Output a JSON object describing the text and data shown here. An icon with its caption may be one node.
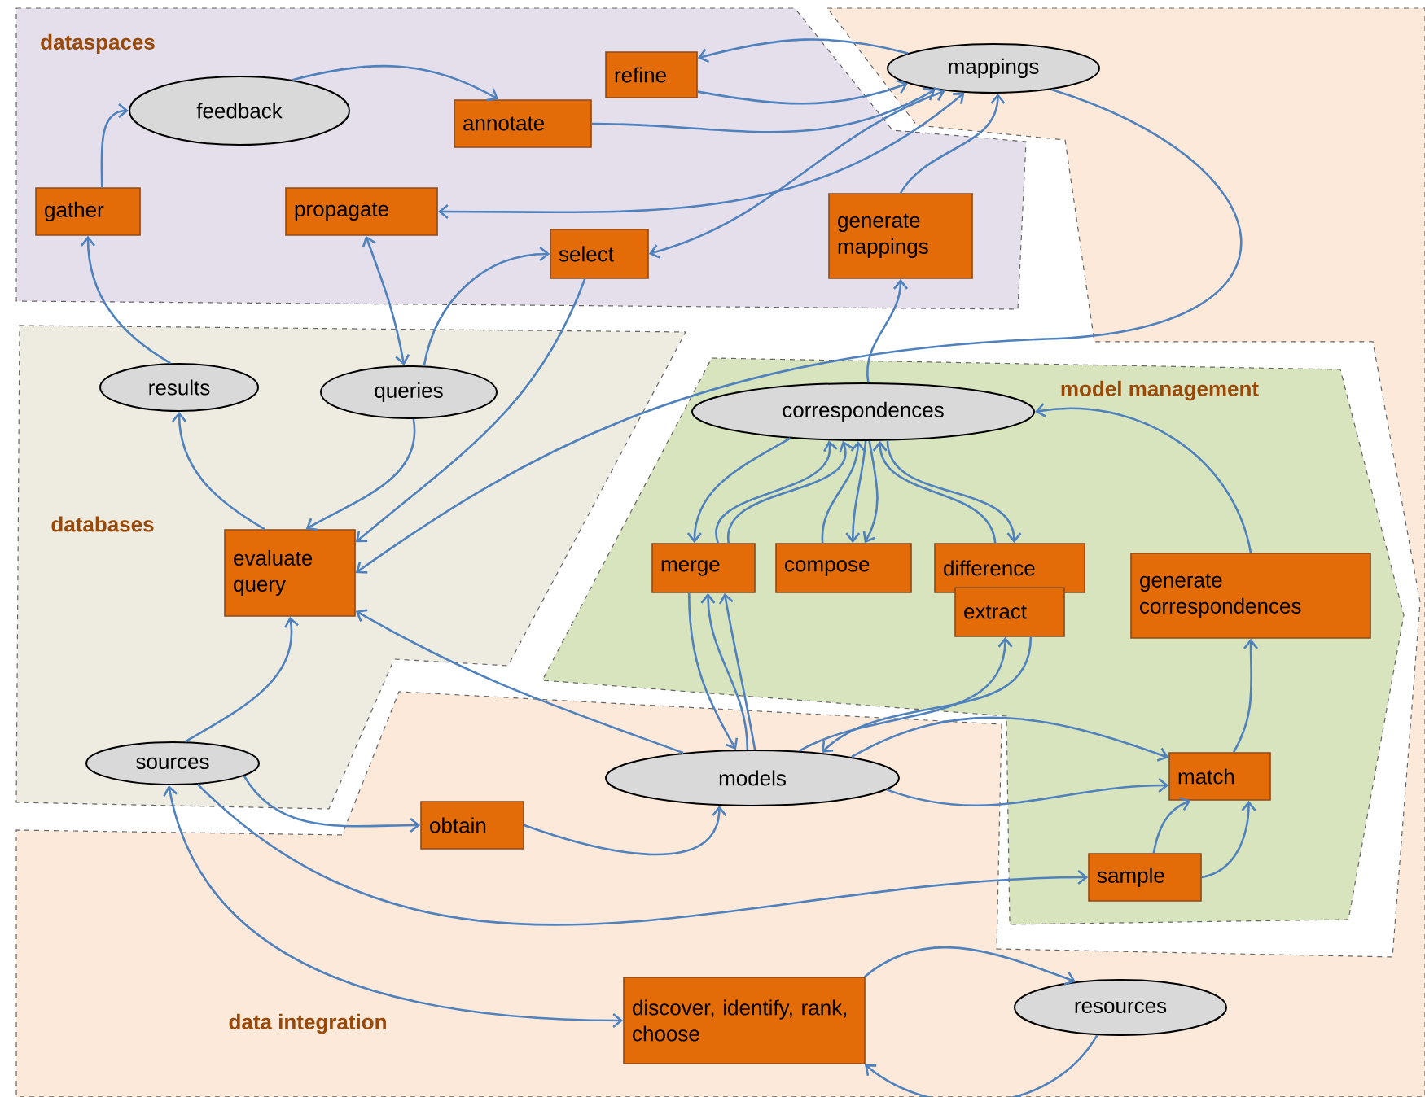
{
  "diagram": {
    "nodes": [
      {
        "text": [
          "dataspaces"
        ]
      },
      {
        "text": [
          "data integration"
        ]
      },
      {
        "text": [
          "mappings"
        ],
        "in": 1
      },
      {
        "text": [
          "feedback"
        ],
        "in": 0
      },
      {
        "text": [
          "refine"
        ],
        "in": 0
      },
      {
        "text": [
          "annotate"
        ],
        "in": 0
      },
      {
        "text": [
          "gather"
        ],
        "in": 0
      },
      {
        "text": [
          "propagate"
        ],
        "in": 0
      },
      {
        "text": [
          "select"
        ],
        "in": 0
      },
      {
        "text": [
          "generate mappings"
        ],
        "in": 0
      },
      {
        "text": [
          "databases"
        ]
      },
      {
        "text": [
          "results"
        ],
        "in": 10
      },
      {
        "text": [
          "queries"
        ],
        "in": 10
      },
      {
        "text": [
          "model management"
        ]
      },
      {
        "text": [
          "correspondences"
        ],
        "in": 13
      },
      {
        "text": [
          "evaluate query"
        ],
        "in": 10
      },
      {
        "text": [
          "merge"
        ],
        "in": 13
      },
      {
        "text": [
          "compose"
        ],
        "in": 13
      },
      {
        "text": [
          "difference"
        ],
        "in": 13
      },
      {
        "text": [
          "extract"
        ],
        "in": 13
      },
      {
        "text": [
          "generate correspondences"
        ],
        "in": 13
      },
      {
        "text": [
          "sources"
        ],
        "in": 10
      },
      {
        "text": [
          "models"
        ],
        "in": 1
      },
      {
        "text": [
          "match"
        ],
        "in": 13
      },
      {
        "text": [
          "obtain"
        ],
        "in": 1
      },
      {
        "text": [
          "sample"
        ],
        "in": 13
      },
      {
        "text": [
          "discover, identify, rank, choose"
        ],
        "in": 1
      },
      {
        "text": [
          "resources"
        ],
        "in": 1
      }
    ],
    "edges": [
      {
        "from": 6,
        "to": 3,
        "arrow": "to"
      },
      {
        "from": 3,
        "to": 5,
        "arrow": "to"
      },
      {
        "from": 2,
        "to": 4,
        "arrow": "to"
      },
      {
        "from": 4,
        "to": 2,
        "arrow": "to"
      },
      {
        "from": 5,
        "to": 2,
        "arrow": "to"
      },
      {
        "from": 7,
        "to": 2,
        "arrow": "both"
      },
      {
        "from": 8,
        "to": 2,
        "arrow": "both"
      },
      {
        "from": 9,
        "to": 2,
        "arrow": "to"
      },
      {
        "from": 2,
        "to": 15,
        "arrow": "to"
      },
      {
        "from": 11,
        "to": 6,
        "arrow": "to"
      },
      {
        "from": 12,
        "to": 7,
        "arrow": "both"
      },
      {
        "from": 12,
        "to": 8,
        "arrow": "to"
      },
      {
        "from": 12,
        "to": 15,
        "arrow": "to"
      },
      {
        "from": 8,
        "to": 15,
        "arrow": "to"
      },
      {
        "from": 15,
        "to": 11,
        "arrow": "to"
      },
      {
        "from": 21,
        "to": 15,
        "arrow": "to"
      },
      {
        "from": 22,
        "to": 15,
        "arrow": "to"
      },
      {
        "from": 21,
        "to": 24,
        "arrow": "to"
      },
      {
        "from": 24,
        "to": 22,
        "arrow": "to"
      },
      {
        "from": 21,
        "to": 25,
        "arrow": "to"
      },
      {
        "from": 26,
        "to": 21,
        "arrow": "both"
      },
      {
        "from": 26,
        "to": 27,
        "arrow": "to"
      },
      {
        "from": 27,
        "to": 26,
        "arrow": "to"
      },
      {
        "from": 14,
        "to": 16,
        "arrow": "to"
      },
      {
        "from": 16,
        "to": 14,
        "arrow": "to"
      },
      {
        "from": 16,
        "to": 14,
        "arrow": "to"
      },
      {
        "from": 17,
        "to": 14,
        "arrow": "to"
      },
      {
        "from": 14,
        "to": 17,
        "arrow": "to"
      },
      {
        "from": 14,
        "to": 17,
        "arrow": "to"
      },
      {
        "from": 18,
        "to": 14,
        "arrow": "to"
      },
      {
        "from": 14,
        "to": 18,
        "arrow": "to"
      },
      {
        "from": 20,
        "to": 14,
        "arrow": "to"
      },
      {
        "from": 14,
        "to": 9,
        "arrow": "to"
      },
      {
        "from": 16,
        "to": 22,
        "arrow": "to"
      },
      {
        "from": 22,
        "to": 16,
        "arrow": "to"
      },
      {
        "from": 22,
        "to": 16,
        "arrow": "to"
      },
      {
        "from": 22,
        "to": 19,
        "arrow": "to"
      },
      {
        "from": 19,
        "to": 22,
        "arrow": "to"
      },
      {
        "from": 22,
        "to": 23,
        "arrow": "to"
      },
      {
        "from": 22,
        "to": 23,
        "arrow": "to"
      },
      {
        "from": 25,
        "to": 23,
        "arrow": "to"
      },
      {
        "from": 25,
        "to": 23,
        "arrow": "to"
      },
      {
        "from": 23,
        "to": 20,
        "arrow": "to"
      }
    ]
  }
}
